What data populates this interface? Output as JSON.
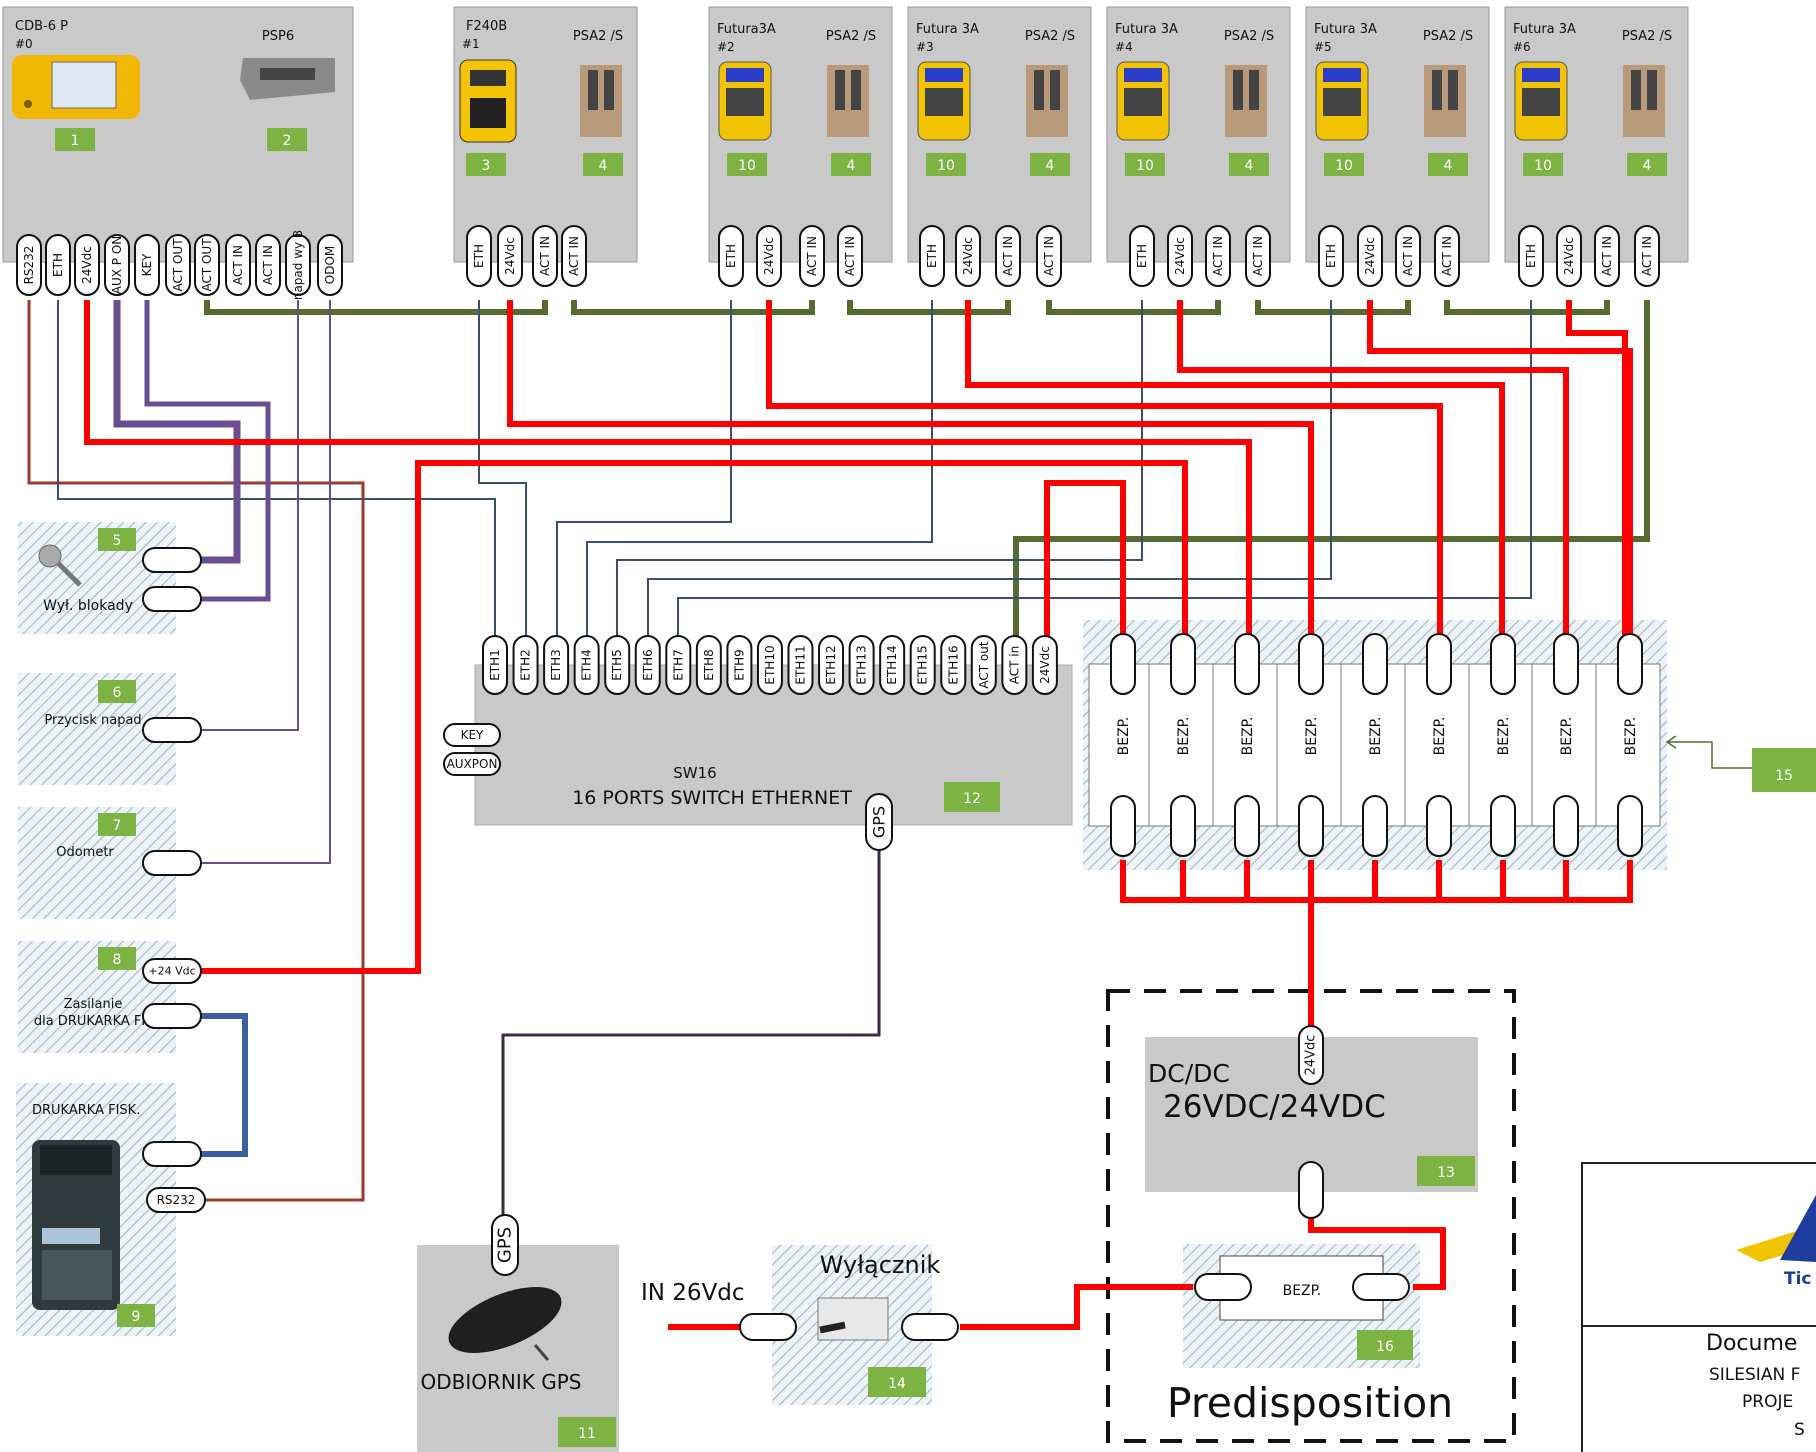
{
  "devices": {
    "cdb6": {
      "title": "CDB-6 P",
      "id": "#0",
      "badge": "1"
    },
    "psp6": {
      "title": "PSP6",
      "badge": "2"
    },
    "f240b": {
      "title": "F240B",
      "id": "#1",
      "badge": "3"
    },
    "psa_badge": "4",
    "futura_badge": "10",
    "psa_label": "PSA2 /S",
    "futuras": [
      {
        "title": "Futura3A",
        "id": "#2"
      },
      {
        "title": "Futura 3A",
        "id": "#3"
      },
      {
        "title": "Futura 3A",
        "id": "#4"
      },
      {
        "title": "Futura 3A",
        "id": "#5"
      },
      {
        "title": "Futura 3A",
        "id": "#6"
      }
    ]
  },
  "ports": {
    "cdb6": [
      "RS232",
      "ETH",
      "24Vdc",
      "AUX P ON",
      "KEY",
      "ACT OUT",
      "ACT OUT",
      "ACT IN",
      "ACT IN",
      "napad wy B",
      "ODOM"
    ],
    "f240b": [
      "ETH",
      "24Vdc",
      "ACT IN",
      "ACT IN"
    ],
    "futura": [
      "ETH",
      "24Vdc",
      "ACT IN",
      "ACT IN"
    ]
  },
  "peripherals": {
    "key": {
      "badge": "5",
      "label": "Wył. blokady"
    },
    "button": {
      "badge": "6",
      "label": "Przycisk napad"
    },
    "odometer": {
      "badge": "7",
      "label": "Odometr"
    },
    "power": {
      "badge": "8",
      "label_line1": "Zasilanie",
      "label_line2": "dla DRUKARKA FISK.",
      "pin": "+24 Vdc"
    },
    "printer": {
      "badge": "9",
      "title": "DRUKARKA FISK.",
      "pin": "RS232"
    }
  },
  "switch": {
    "name": "SW16",
    "title": "16 PORTS SWITCH ETHERNET",
    "badge": "12",
    "ports": [
      "ETH1",
      "ETH2",
      "ETH3",
      "ETH4",
      "ETH5",
      "ETH6",
      "ETH7",
      "ETH8",
      "ETH9",
      "ETH10",
      "ETH11",
      "ETH12",
      "ETH13",
      "ETH14",
      "ETH15",
      "ETH16",
      "ACT out",
      "ACT in",
      "24Vdc"
    ],
    "side_pins": [
      "KEY",
      "AUXPON"
    ],
    "gps_pin": "GPS"
  },
  "fuses": {
    "label": "BEZP.",
    "count": 9,
    "callout": "15"
  },
  "gps": {
    "title": "ODBIORNIK GPS",
    "badge": "11",
    "pin": "GPS"
  },
  "power_in": {
    "label": "IN 26Vdc"
  },
  "switch_main": {
    "title": "Wyłącznik",
    "badge": "14"
  },
  "predisposition": {
    "title": "Predisposition",
    "dcdc": {
      "line1": "DC/DC",
      "line2": "26VDC/24VDC",
      "badge": "13",
      "pin": "24Vdc"
    },
    "fuse": {
      "label": "BEZP.",
      "badge": "16"
    }
  },
  "title_block": {
    "logo_text": "Tic",
    "line1": "Docume",
    "line2": "SILESIAN F",
    "line3": "PROJE",
    "line4": "S"
  },
  "colors": {
    "power": "#ff0000",
    "act": "#556b2f",
    "eth": "#3a5070",
    "aux": "#6a4c93",
    "rs232": "#a0392b",
    "printer_power": "#3b5fa0",
    "gps": "#3d2a4a",
    "badge": "#7cb342",
    "panel": "#c9c9c9"
  }
}
